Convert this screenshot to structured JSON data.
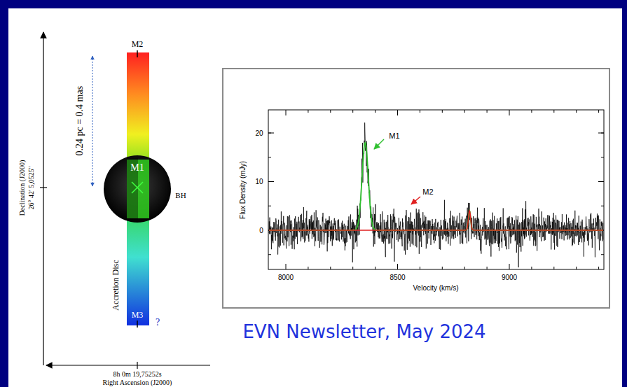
{
  "diagram": {
    "labels": [
      "M2",
      "0.24 pc = 0.4 mas",
      "M1",
      "BH",
      "Accretion Disc",
      "M3",
      "?",
      "Declination (J2000)",
      "26° 42' 5,0525''",
      "8h 0m 19,75252s",
      "Right Ascension (J2000)",
      "20",
      "10",
      "0",
      "8000",
      "8500",
      "9000",
      "Flux Density (mJy)",
      "Velocity (km/s)",
      "M1",
      "M2",
      "EVN Newsletter, May 2024"
    ]
  }
}
